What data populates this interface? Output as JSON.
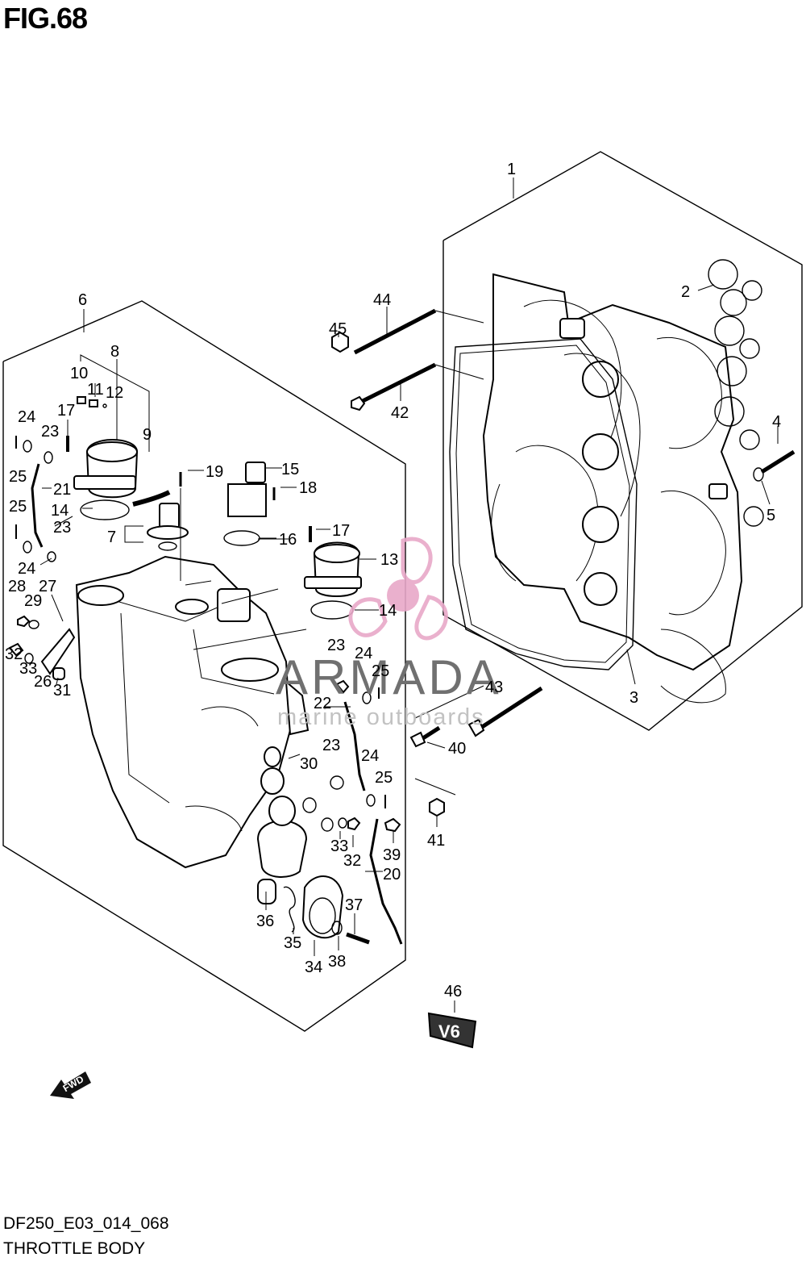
{
  "figure": {
    "title": "FIG.68",
    "code": "DF250_E03_014_068",
    "name": "THROTTLE BODY"
  },
  "watermark": {
    "brand": "ARMADA",
    "tagline": "marine outboards",
    "color": "#e8a8c8"
  },
  "fwd_label": "FWD",
  "badge_text": "V6",
  "callouts": [
    {
      "id": "c1",
      "text": "1"
    },
    {
      "id": "c2",
      "text": "2"
    },
    {
      "id": "c3",
      "text": "3"
    },
    {
      "id": "c4",
      "text": "4"
    },
    {
      "id": "c5",
      "text": "5"
    },
    {
      "id": "c6",
      "text": "6"
    },
    {
      "id": "c7",
      "text": "7"
    },
    {
      "id": "c8",
      "text": "8"
    },
    {
      "id": "c9",
      "text": "9"
    },
    {
      "id": "c10",
      "text": "10"
    },
    {
      "id": "c11",
      "text": "11"
    },
    {
      "id": "c12",
      "text": "12"
    },
    {
      "id": "c13",
      "text": "13"
    },
    {
      "id": "c14a",
      "text": "14"
    },
    {
      "id": "c14b",
      "text": "14"
    },
    {
      "id": "c15",
      "text": "15"
    },
    {
      "id": "c16",
      "text": "16"
    },
    {
      "id": "c17a",
      "text": "17"
    },
    {
      "id": "c17b",
      "text": "17"
    },
    {
      "id": "c18",
      "text": "18"
    },
    {
      "id": "c19",
      "text": "19"
    },
    {
      "id": "c20",
      "text": "20"
    },
    {
      "id": "c21",
      "text": "21"
    },
    {
      "id": "c22",
      "text": "22"
    },
    {
      "id": "c23a",
      "text": "23"
    },
    {
      "id": "c23b",
      "text": "23"
    },
    {
      "id": "c23c",
      "text": "23"
    },
    {
      "id": "c23d",
      "text": "23"
    },
    {
      "id": "c24a",
      "text": "24"
    },
    {
      "id": "c24b",
      "text": "24"
    },
    {
      "id": "c24c",
      "text": "24"
    },
    {
      "id": "c24d",
      "text": "24"
    },
    {
      "id": "c25a",
      "text": "25"
    },
    {
      "id": "c25b",
      "text": "25"
    },
    {
      "id": "c25c",
      "text": "25"
    },
    {
      "id": "c25d",
      "text": "25"
    },
    {
      "id": "c26",
      "text": "26"
    },
    {
      "id": "c27",
      "text": "27"
    },
    {
      "id": "c28",
      "text": "28"
    },
    {
      "id": "c29",
      "text": "29"
    },
    {
      "id": "c30",
      "text": "30"
    },
    {
      "id": "c31",
      "text": "31"
    },
    {
      "id": "c32a",
      "text": "32"
    },
    {
      "id": "c32b",
      "text": "32"
    },
    {
      "id": "c33a",
      "text": "33"
    },
    {
      "id": "c33b",
      "text": "33"
    },
    {
      "id": "c34",
      "text": "34"
    },
    {
      "id": "c35",
      "text": "35"
    },
    {
      "id": "c36",
      "text": "36"
    },
    {
      "id": "c37",
      "text": "37"
    },
    {
      "id": "c38",
      "text": "38"
    },
    {
      "id": "c39",
      "text": "39"
    },
    {
      "id": "c40",
      "text": "40"
    },
    {
      "id": "c41",
      "text": "41"
    },
    {
      "id": "c42",
      "text": "42"
    },
    {
      "id": "c43",
      "text": "43"
    },
    {
      "id": "c44",
      "text": "44"
    },
    {
      "id": "c45",
      "text": "45"
    },
    {
      "id": "c46",
      "text": "46"
    }
  ]
}
